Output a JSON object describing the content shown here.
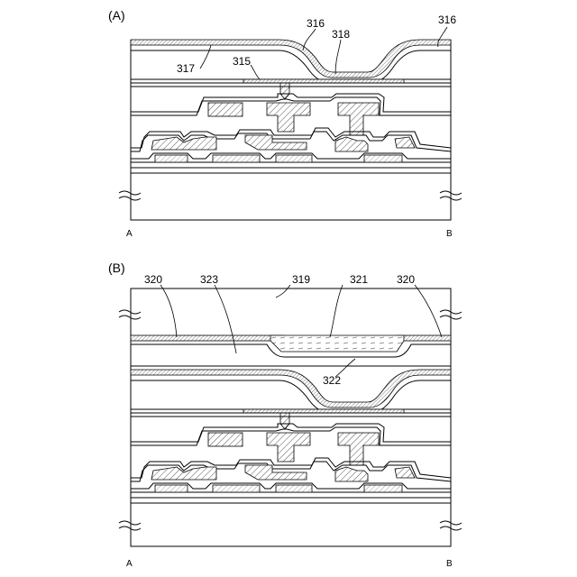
{
  "panel_a": {
    "label": "(A)",
    "end_left": "A",
    "end_right": "B",
    "refs": {
      "r316a": "316",
      "r316b": "316",
      "r318": "318",
      "r317": "317",
      "r315": "315"
    }
  },
  "panel_b": {
    "label": "(B)",
    "end_left": "A",
    "end_right": "B",
    "refs": {
      "r320a": "320",
      "r323": "323",
      "r319": "319",
      "r321": "321",
      "r320b": "320",
      "r322": "322"
    }
  }
}
